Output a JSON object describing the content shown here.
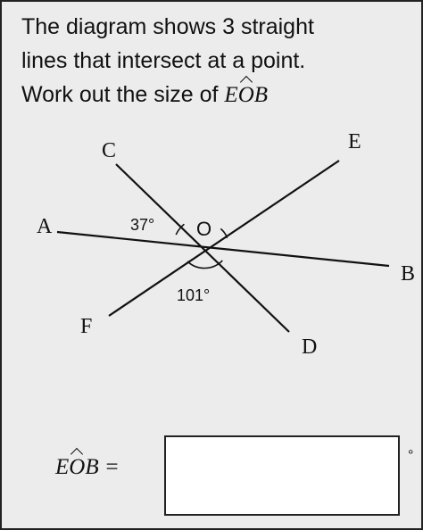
{
  "prompt": {
    "line1": "The diagram shows 3 straight",
    "line2": "lines that intersect at a point.",
    "line3_text": "Work out the size of ",
    "line3_e": "E",
    "line3_o": "O",
    "line3_b": "B"
  },
  "diagram": {
    "labels": {
      "A": "A",
      "B": "B",
      "C": "C",
      "D": "D",
      "E": "E",
      "F": "F",
      "O": "O"
    },
    "angle_aoc": "37°",
    "angle_fod": "101°"
  },
  "answer": {
    "label_e": "E",
    "label_o": "O",
    "label_b": "B",
    "label_equals": " =",
    "value": "",
    "unit": "°"
  }
}
